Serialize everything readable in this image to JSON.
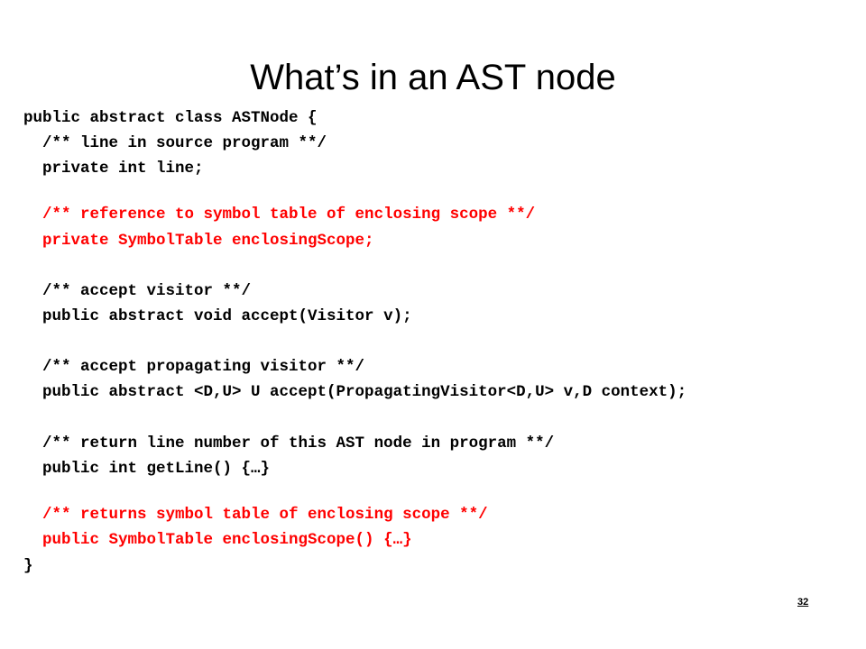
{
  "slide": {
    "title": "What’s in an AST node",
    "page_number": "32"
  },
  "code": {
    "lines": [
      "public abstract class ASTNode {",
      "  /** line in source program **/",
      "  private int line;",
      "  /** reference to symbol table of enclosing scope **/",
      "  private SymbolTable enclosingScope;",
      "  /** accept visitor **/",
      "  public abstract void accept(Visitor v);",
      "  /** accept propagating visitor **/",
      "  public abstract <D,U> U accept(PropagatingVisitor<D,U> v,D context);",
      "  /** return line number of this AST node in program **/",
      "  public int getLine() {…}",
      "  /** returns symbol table of enclosing scope **/",
      "  public SymbolTable enclosingScope() {…}",
      "}"
    ]
  },
  "colors": {
    "text": "#000000",
    "highlight": "#ff0000",
    "background": "#ffffff"
  }
}
